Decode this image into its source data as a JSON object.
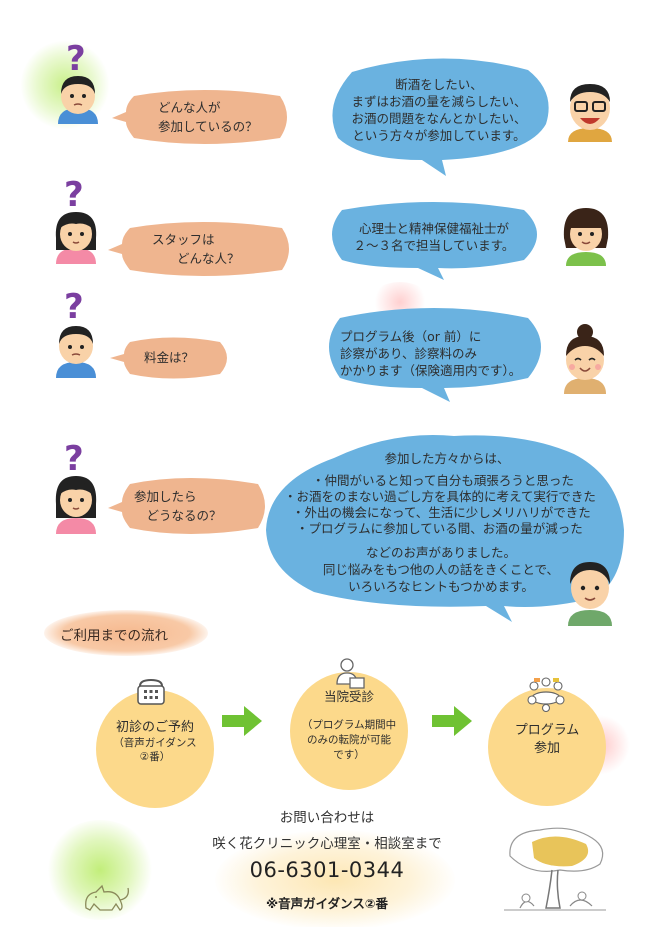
{
  "faq": [
    {
      "question": "どんな人が\n参加しているの？",
      "answer": "断酒をしたい、\nまずはお酒の量を減らしたい、\nお酒の問題をなんとかしたい、\nという方々が参加しています。"
    },
    {
      "question": "スタッフは\n　　どんな人？",
      "answer": "心理士と精神保健福祉士が\n２～３名で担当しています。"
    },
    {
      "question": "料金は？",
      "answer": "プログラム後（or 前）に\n診察があり、診察料のみ\nかかります（保険適用内です）。"
    },
    {
      "question": "参加したら\n　どうなるの？",
      "answer_intro": "参加した方々からは、",
      "answer_items": [
        "・仲間がいると知って自分も頑張ろうと思った",
        "・お酒をのまない過ごし方を具体的に考えて実行できた",
        "・外出の機会になって、生活に少しメリハリができた",
        "・プログラムに参加している間、お酒の量が減った"
      ],
      "answer_outro": "などのお声がありました。\n同じ悩みをもつ他の人の話をきくことで、\nいろいろなヒントもつかめます。"
    }
  ],
  "flow": {
    "title": "ご利用までの流れ",
    "steps": [
      {
        "icon": "telephone-icon",
        "label": "初診のご予約",
        "sub": "（音声ガイダンス\n②番）"
      },
      {
        "icon": "reception-icon",
        "label": "当院受診",
        "sub": "（プログラム期間中\nのみの転院が可能\nです）"
      },
      {
        "icon": "group-meeting-icon",
        "label": "プログラム\n参加",
        "sub": ""
      }
    ]
  },
  "contact": {
    "intro": "お問い合わせは",
    "clinic": "咲く花クリニック心理室・相談室まで",
    "phone": "06-6301-0344",
    "note": "※音声ガイダンス②番"
  },
  "colors": {
    "question_bubble": "#efb58f",
    "answer_bubble": "#6ab2e0",
    "step_circle": "#fcd98b",
    "arrow": "#6fc233",
    "question_mark": "#7b3fa0"
  }
}
